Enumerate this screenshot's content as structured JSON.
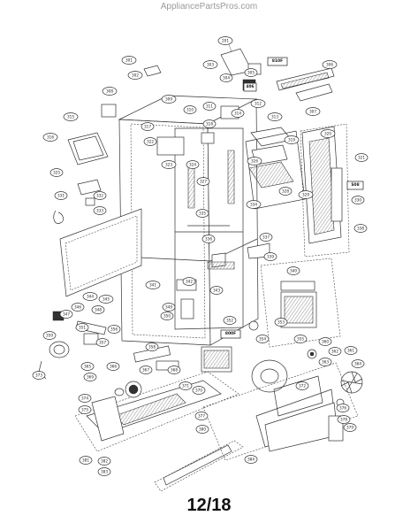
{
  "header": {
    "watermark": "AppliancePartsPros.com"
  },
  "footer": {
    "page_number": "12/18"
  },
  "callouts": {
    "c201": "201",
    "c301": "301",
    "c302": "302",
    "c303": "303",
    "c304": "304",
    "c305": "305",
    "c306": "306",
    "c307": "307",
    "c308": "308",
    "c309": "309",
    "c310": "310",
    "c311": "311",
    "c312": "312",
    "c313": "313",
    "c314": "314",
    "c315": "315",
    "c316": "316",
    "c317": "317",
    "c318": "318",
    "c319": "319",
    "c320": "320",
    "c321": "321",
    "c322": "322",
    "c323": "323",
    "c324": "324",
    "c325": "325",
    "c326": "326",
    "c327": "327",
    "c328": "328",
    "c329": "329",
    "c330": "330",
    "c331": "331",
    "c332": "332",
    "c333": "333",
    "c334": "334",
    "c335": "335",
    "c336": "336",
    "c337": "337",
    "c338": "338",
    "c339": "339",
    "c340": "340",
    "c341": "341",
    "c342": "342",
    "c343": "343",
    "c344": "344",
    "c345": "345",
    "c346": "346",
    "c347": "347",
    "c348": "348",
    "c349": "349",
    "c350": "350",
    "c351": "351",
    "c352": "352",
    "c353": "353",
    "c354": "354",
    "c355": "355",
    "c356": "356",
    "c357": "357",
    "c358": "358",
    "c359": "359",
    "c360": "360",
    "c361": "361",
    "c362": "362",
    "c363": "363",
    "c364": "364",
    "c365": "365",
    "c366": "366",
    "c367": "367",
    "c368": "368",
    "c369": "369",
    "c370": "370",
    "c371": "371",
    "c372": "372",
    "c373": "373",
    "c374": "374",
    "c375": "375",
    "c376": "376",
    "c377": "377",
    "c378": "378",
    "c379": "379",
    "c380": "380",
    "c381": "381",
    "c382": "382",
    "c383": "383",
    "c384": "384"
  },
  "boxed_labels": {
    "b1": "810F",
    "b2": "S08",
    "b3": "800F",
    "b4": "406"
  }
}
